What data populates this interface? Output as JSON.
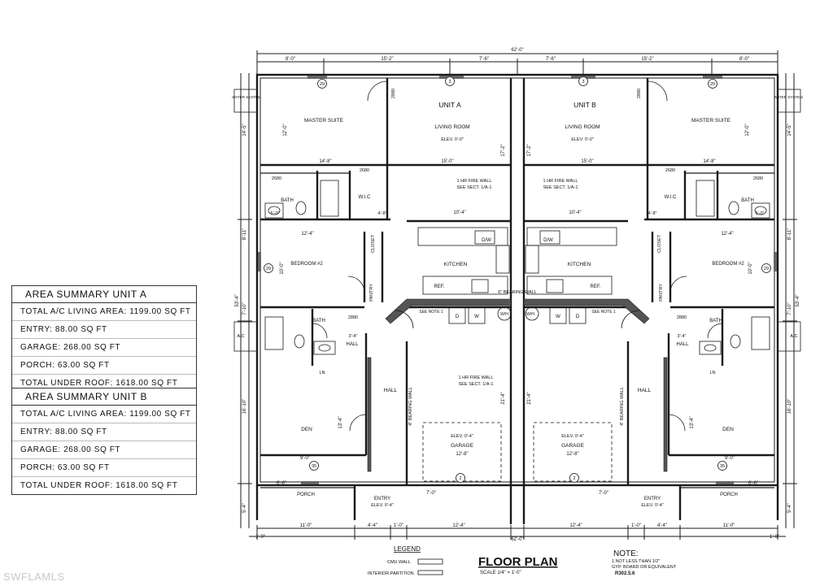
{
  "overall_dim": "62'-0\"",
  "top_dims": [
    "8'-0\"",
    "15'-2\"",
    "7'-6\"",
    "7'-6\"",
    "15'-2\"",
    "8'-0\""
  ],
  "bottom_dims": [
    "11'-0\"",
    "4'-4\"",
    "1'-0\"",
    "12'-4\"",
    "12'-4\"",
    "1'-0\"",
    "4'-4\"",
    "11'-0\"",
    "1'-0\"",
    "1'-0\""
  ],
  "side_dims_left": [
    "14'-5\"",
    "8'-11\"",
    "53'-4\"",
    "7'-10\"",
    "16'-10\"",
    "5'-4\""
  ],
  "side_dims_right": [
    "14'-5\"",
    "8'-11\"",
    "53'-4\"",
    "7'-10\"",
    "16'-10\"",
    "5'-4\""
  ],
  "units": [
    {
      "label": "UNIT A",
      "rooms": {
        "master_suite": "MASTER SUITE",
        "living_room": "LIVING ROOM",
        "living_elev": "ELEV. 0'-0\"",
        "bath": "BATH",
        "wic": "W.I.C",
        "bedroom": "BEDROOM #2",
        "closet": "CLOSET",
        "kitchen": "KITCHEN",
        "pantry": "PANTRY",
        "ref": "REF.",
        "dw": "D/W",
        "bath2": "BATH",
        "hall_small": "HALL",
        "ln": "LN",
        "den": "DEN",
        "hall": "HALL",
        "garage": "GARAGE",
        "garage_elev": "ELEV. 0'-4\"",
        "entry": "ENTRY",
        "entry_elev": "ELEV. 0'-4\"",
        "porch": "PORCH",
        "water_system": "WATER SYSTEM",
        "ac": "A/C",
        "wh": "W/H",
        "w": "W",
        "d": "D",
        "see_note": "SEE NOTE 1",
        "fire_wall_1": "1 HR FIRE WALL",
        "fire_wall_2": "SEE SECT. 1/A-1",
        "garage_fire_1": "1 HR FIRE WALL",
        "garage_fire_2": "SEE SECT. 1/A-1",
        "bearing_wall": "4\" BEARING WALL"
      },
      "dims": {
        "ms_w": "14'-8\"",
        "ms_h": "12'-0\"",
        "lr_w": "15'-0\"",
        "lr_h": "17'-2\"",
        "k_w": "10'-4\"",
        "b2_w": "12'-4\"",
        "b2_h": "10'-0\"",
        "den_w": "9'-0\"",
        "den_h": "13'-4\"",
        "g_w": "12'-8\"",
        "g_h": "21'-4\"",
        "porch_w": "6'-6\"",
        "entry_w": "7'-0\"",
        "d2680": "2680",
        "d2880": "2880",
        "bath_w": "5'-0\"",
        "wic_w": "4'-8\"",
        "hall_w": "3'-4\""
      }
    },
    {
      "label": "UNIT B",
      "rooms": {
        "master_suite": "MASTER SUITE",
        "living_room": "LIVING ROOM",
        "living_elev": "ELEV. 0'-0\"",
        "bath": "BATH",
        "wic": "W.I.C",
        "bedroom": "BEDROOM #2",
        "closet": "CLOSET",
        "kitchen": "KITCHEN",
        "pantry": "PANTRY",
        "ref": "REF.",
        "dw": "D/W",
        "bath2": "BATH",
        "hall_small": "HALL",
        "ln": "LN",
        "den": "DEN",
        "hall": "HALL",
        "garage": "GARAGE",
        "garage_elev": "ELEV. 0'-4\"",
        "entry": "ENTRY",
        "entry_elev": "ELEV. 0'-4\"",
        "porch": "PORCH",
        "water_system": "WATER SYSTEM",
        "ac": "A/C",
        "wh": "W/H",
        "w": "W",
        "d": "D",
        "see_note": "SEE NOTE 1",
        "fire_wall_1": "1 HR FIRE WALL",
        "fire_wall_2": "SEE SECT. 1/A-1",
        "garage_fire_1": "",
        "garage_fire_2": "",
        "bearing_wall": "4\" BEARING WALL"
      },
      "dims": {
        "ms_w": "14'-8\"",
        "ms_h": "12'-0\"",
        "lr_w": "15'-0\"",
        "lr_h": "17'-2\"",
        "k_w": "10'-4\"",
        "b2_w": "12'-4\"",
        "b2_h": "10'-0\"",
        "den_w": "9'-0\"",
        "den_h": "13'-4\"",
        "g_w": "12'-8\"",
        "g_h": "21'-4\"",
        "porch_w": "6'-6\"",
        "entry_w": "7'-0\"",
        "d2680": "2680",
        "d2880": "2880",
        "bath_w": "5'-0\"",
        "wic_w": "4'-8\"",
        "hall_w": "3'-4\""
      }
    }
  ],
  "bearing_wall_label": "6\" BEARING WALL",
  "area_summaries": [
    {
      "title": "AREA SUMMARY UNIT A",
      "rows": [
        "TOTAL A/C LIVING AREA: 1199.00 SQ FT",
        "ENTRY: 88.00 SQ FT",
        "GARAGE: 268.00 SQ FT",
        "PORCH: 63.00 SQ FT",
        "TOTAL UNDER ROOF: 1618.00 SQ FT"
      ]
    },
    {
      "title": "AREA SUMMARY UNIT B",
      "rows": [
        "TOTAL A/C LIVING AREA: 1199.00 SQ FT",
        "ENTRY: 88.00 SQ FT",
        "GARAGE: 268.00 SQ FT",
        "PORCH: 63.00 SQ FT",
        "TOTAL UNDER ROOF: 1618.00 SQ FT"
      ]
    }
  ],
  "legend": {
    "title": "LEGEND",
    "cmu": "CMU WALL",
    "partition": "INTERIOR PARTITION"
  },
  "title_block": {
    "title": "FLOOR PLAN",
    "scale": "SCALE 1/4\" = 1'-0\""
  },
  "note": {
    "title": "NOTE:",
    "line1": "1.NOT LESS THAN 1/2\"",
    "line2": "GYP. BOARD OR EQUIVALENT",
    "line3": "R302.5.6"
  },
  "window_tags": [
    "29",
    "3",
    "3",
    "29",
    "29",
    "29",
    "35",
    "35",
    "2",
    "2"
  ],
  "watermark": "SWFLAMLS",
  "colors": {
    "line": "#1a1a1a",
    "fill_wall": "#555555",
    "paper": "#ffffff",
    "watermark": "#c9c9c9"
  }
}
